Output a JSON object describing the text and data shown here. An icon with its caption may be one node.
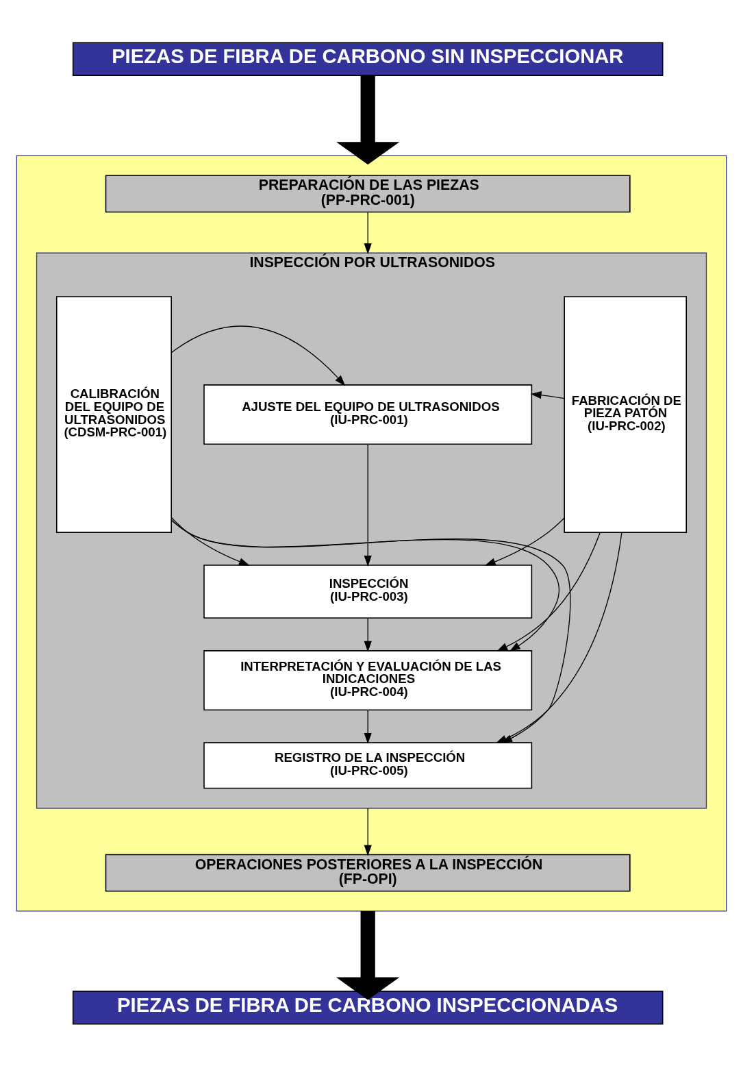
{
  "diagram": {
    "nodes": [
      {
        "text": [
          "PIEZAS DE FIBRA DE CARBONO SIN INSPECCIONAR"
        ]
      },
      {
        "text": [],
        "shape": "box"
      },
      {
        "text": [
          "PREPARACIÓN DE LAS PIEZAS",
          "(PP-PRC-001)"
        ],
        "in": 1
      },
      {
        "text": [
          "INSPECCIÓN POR ULTRASONIDOS"
        ],
        "in": 1
      },
      {
        "text": [
          "CALIBRACIÓN DEL EQUIPO DE ULTRASONIDOS",
          "(CDSM-PRC-001)"
        ],
        "in": 3
      },
      {
        "text": [
          "AJUSTE DEL EQUIPO DE ULTRASONIDOS",
          "(IU-PRC-001)"
        ],
        "in": 3
      },
      {
        "text": [
          "INSPECCIÓN",
          "(IU-PRC-003)"
        ],
        "in": 3
      },
      {
        "text": [
          "INTERPRETACIÓN Y EVALUACIÓN DE LAS INDICACIONES",
          "(IU-PRC-004)"
        ],
        "in": 3
      },
      {
        "text": [
          "REGISTRO DE LA INSPECCIÓN",
          "(IU-PRC-005)"
        ],
        "in": 3
      },
      {
        "text": [
          "FABRICACIÓN DE PIEZA PATÓN",
          "(IU-PRC-002)"
        ],
        "in": 3
      },
      {
        "text": [
          "OPERACIONES POSTERIORES A LA INSPECCIÓN",
          "(FP-OPI)"
        ],
        "in": 1
      },
      {
        "text": [
          "PIEZAS DE FIBRA DE CARBONO INSPECCIONADAS"
        ]
      }
    ],
    "edges": [
      {
        "from": 0,
        "to": 1,
        "arrow": "to",
        "style": "thick"
      },
      {
        "from": 2,
        "to": 3,
        "arrow": "to"
      },
      {
        "from": 4,
        "to": 5,
        "arrow": "to"
      },
      {
        "from": 4,
        "to": 6,
        "arrow": "to"
      },
      {
        "from": 4,
        "to": 7,
        "arrow": "to"
      },
      {
        "from": 4,
        "to": 8,
        "arrow": "to"
      },
      {
        "from": 5,
        "to": 6,
        "arrow": "to"
      },
      {
        "from": 6,
        "to": 7,
        "arrow": "to"
      },
      {
        "from": 7,
        "to": 8,
        "arrow": "to"
      },
      {
        "from": 9,
        "to": 5,
        "arrow": "to"
      },
      {
        "from": 9,
        "to": 6,
        "arrow": "to"
      },
      {
        "from": 9,
        "to": 7,
        "arrow": "to"
      },
      {
        "from": 9,
        "to": 8,
        "arrow": "to"
      },
      {
        "from": 3,
        "to": 10,
        "arrow": "to"
      },
      {
        "from": 1,
        "to": 11,
        "arrow": "to",
        "style": "thick"
      }
    ]
  }
}
